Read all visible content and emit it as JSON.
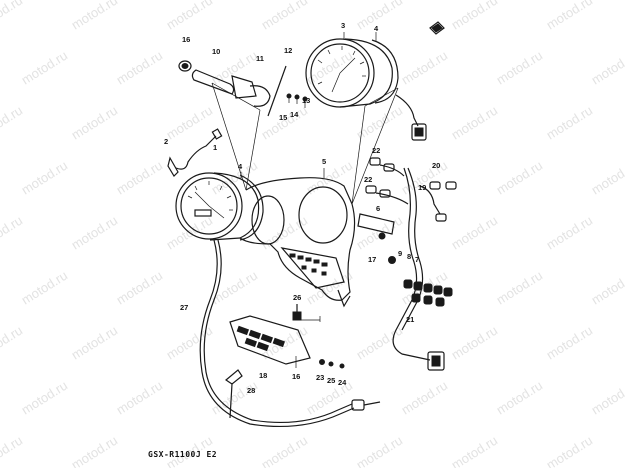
{
  "model_code": "GSX-R1100J  E2",
  "watermark": "motod.ru",
  "part_numbers": [
    "1",
    "2",
    "3",
    "4",
    "4",
    "5",
    "6",
    "7",
    "8",
    "9",
    "10",
    "11",
    "12",
    "13",
    "14",
    "15",
    "16",
    "16",
    "17",
    "18",
    "19",
    "20",
    "21",
    "22",
    "22",
    "23",
    "24",
    "25",
    "26",
    "27",
    "28"
  ]
}
